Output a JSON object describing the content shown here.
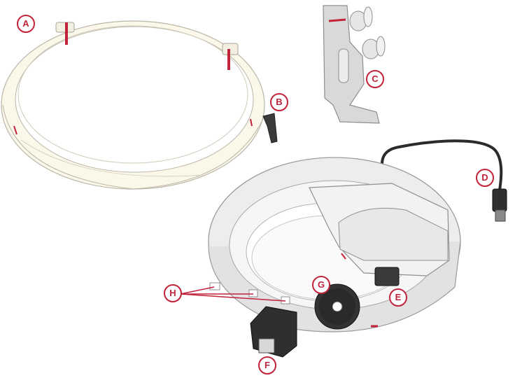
{
  "diagram": {
    "labels": {
      "a": "A",
      "b": "B",
      "c": "C",
      "d": "D",
      "e": "E",
      "f": "F",
      "g": "G",
      "h": "H"
    },
    "colors": {
      "accent": "#c0233a",
      "ring_fill": "#fbf8ea",
      "ring_stroke": "#b9b6a8",
      "base_fill": "#ededed",
      "base_stroke": "#9b9b9b",
      "dark_part": "#3a3a3a",
      "cable": "#2b2b2b"
    }
  }
}
